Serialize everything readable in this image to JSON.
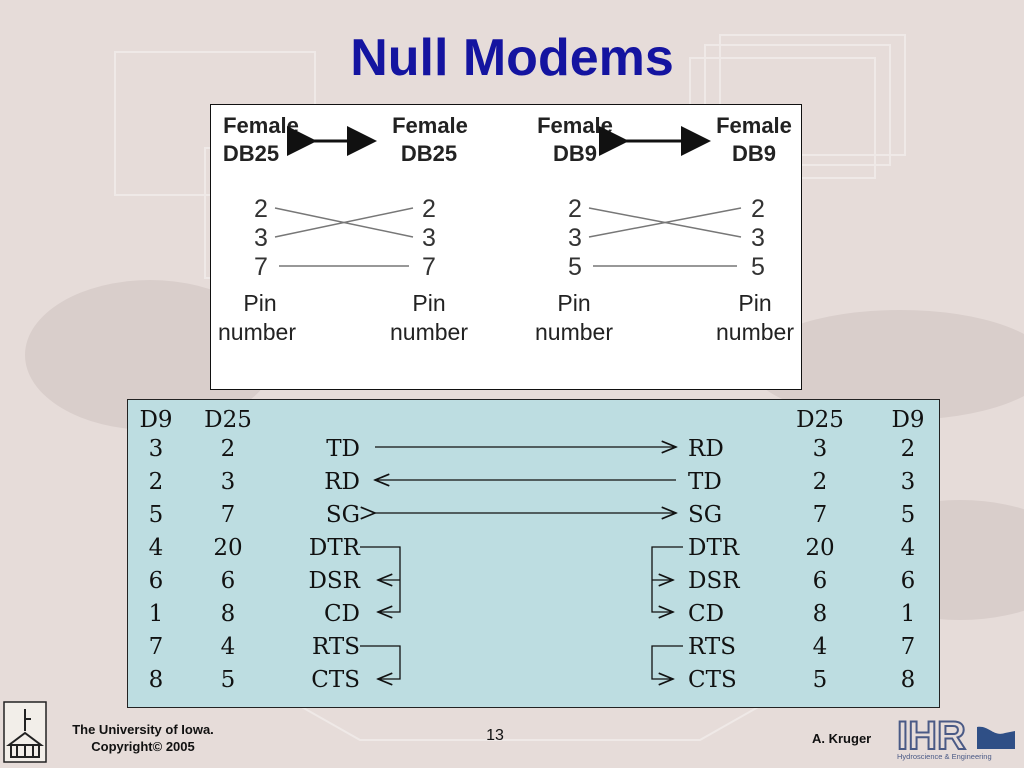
{
  "slide": {
    "title": "Null Modems",
    "page_number": "13",
    "footer_org_line1": "The University of Iowa.",
    "footer_org_line2": "Copyright© 2005",
    "author": "A. Kruger",
    "logo_right_text": "IHR",
    "logo_right_subtext": "Hydroscience & Engineering"
  },
  "connector_diagram": {
    "arrow_heading": {
      "female": "Female",
      "db25": "DB25",
      "db9": "DB9"
    },
    "pin_label_line1": "Pin",
    "pin_label_line2": "number",
    "db25_pins": [
      "2",
      "3",
      "7"
    ],
    "db9_pins": [
      "2",
      "3",
      "5"
    ]
  },
  "signal_table": {
    "headers": {
      "d9": "D9",
      "d25": "D25"
    },
    "rows": [
      {
        "d9": "3",
        "d25": "2",
        "left": "TD",
        "right": "RD",
        "r_d25": "3",
        "r_d9": "2"
      },
      {
        "d9": "2",
        "d25": "3",
        "left": "RD",
        "right": "TD",
        "r_d25": "2",
        "r_d9": "3"
      },
      {
        "d9": "5",
        "d25": "7",
        "left": "SG",
        "right": "SG",
        "r_d25": "7",
        "r_d9": "5"
      },
      {
        "d9": "4",
        "d25": "20",
        "left": "DTR",
        "right": "DTR",
        "r_d25": "20",
        "r_d9": "4"
      },
      {
        "d9": "6",
        "d25": "6",
        "left": "DSR",
        "right": "DSR",
        "r_d25": "6",
        "r_d9": "6"
      },
      {
        "d9": "1",
        "d25": "8",
        "left": "CD",
        "right": "CD",
        "r_d25": "8",
        "r_d9": "1"
      },
      {
        "d9": "7",
        "d25": "4",
        "left": "RTS",
        "right": "RTS",
        "r_d25": "4",
        "r_d9": "7"
      },
      {
        "d9": "8",
        "d25": "5",
        "left": "CTS",
        "right": "CTS",
        "r_d25": "5",
        "r_d9": "8"
      }
    ]
  },
  "colors": {
    "background": "#e6dcd9",
    "title": "#1414a0",
    "table_bg": "#bddde1"
  }
}
